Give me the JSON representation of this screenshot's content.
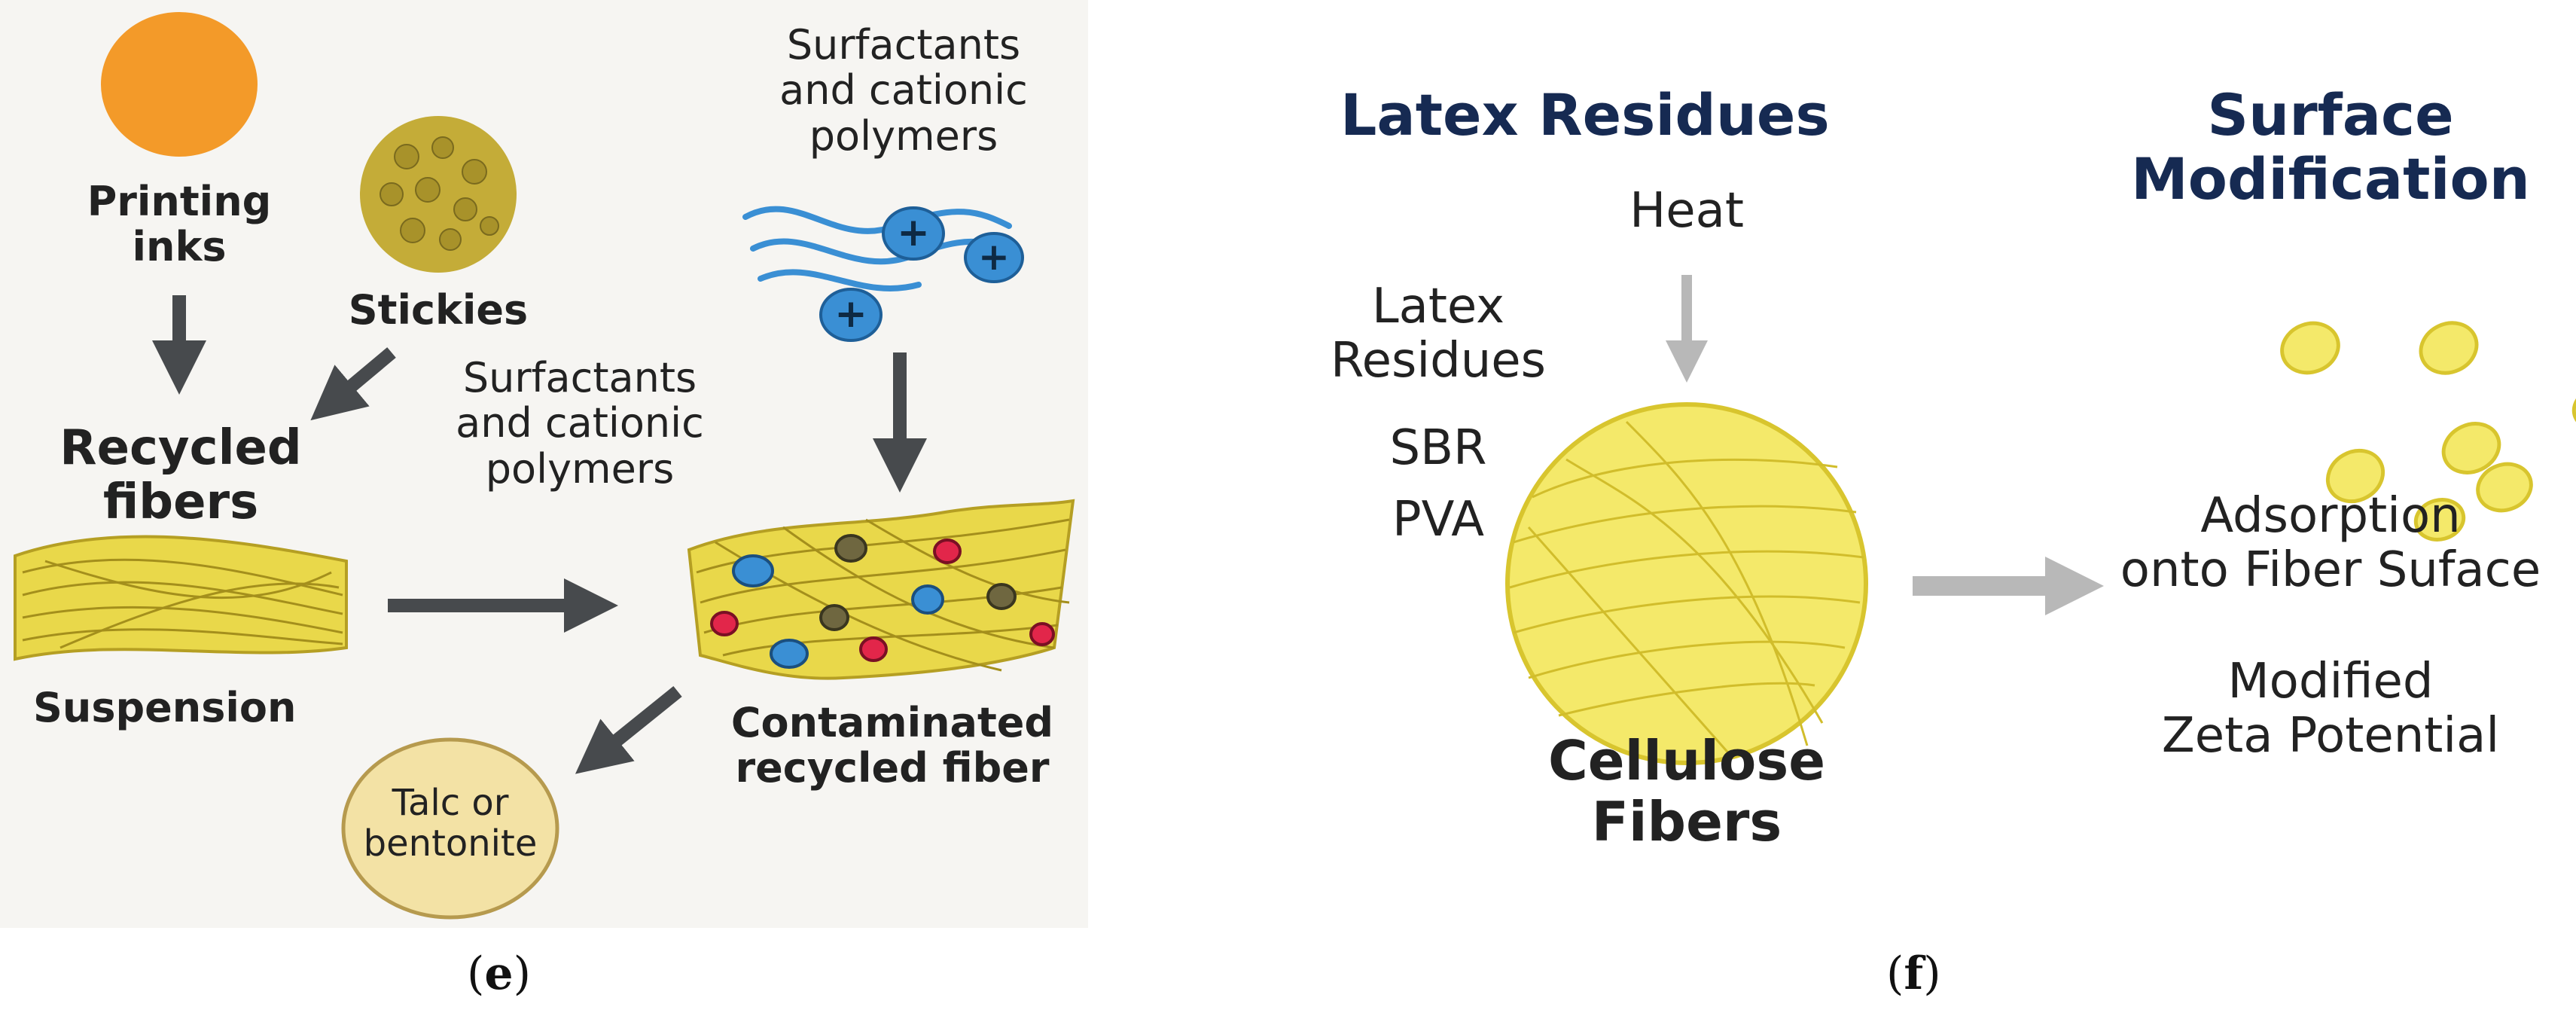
{
  "panel_e": {
    "printing_inks": "Printing\ninks",
    "stickies": "Stickies",
    "surfactants_top": "Surfactants\nand cationic\npolymers",
    "surfactants_mid": "Surfactants\nand cationic\npolymers",
    "recycled_fibers": "Recycled\nfibers",
    "suspension": "Suspension",
    "contaminated": "Contaminated\nrecycled fiber",
    "talc": "Talc or\nbentonite",
    "charge_symbol": "+",
    "caption_open": "(",
    "caption_letter": "e",
    "caption_close": ")"
  },
  "panel_f": {
    "latex_title": "Latex Residues",
    "surface_title": "Surface\nModification",
    "heat": "Heat",
    "latex_label": "Latex\nResidues",
    "sbr": "SBR",
    "pva": "PVA",
    "cellulose": "Cellulose\nFibers",
    "adsorption": "Adsorption\nonto Fiber Suface",
    "zeta": "Modified\nZeta Potential",
    "caption_open": "(",
    "caption_letter": "f",
    "caption_close": ")"
  },
  "colors": {
    "ink_orange": "#f39a29",
    "stickies_olive": "#c4ac38",
    "fiber_yellow": "#e9d84a",
    "talc_beige": "#f3e2a5",
    "cation_blue": "#3a8fd4",
    "arrow_dark": "#474a4d",
    "arrow_grey": "#b8b8b8",
    "latex_yellow": "#f4e96a"
  }
}
